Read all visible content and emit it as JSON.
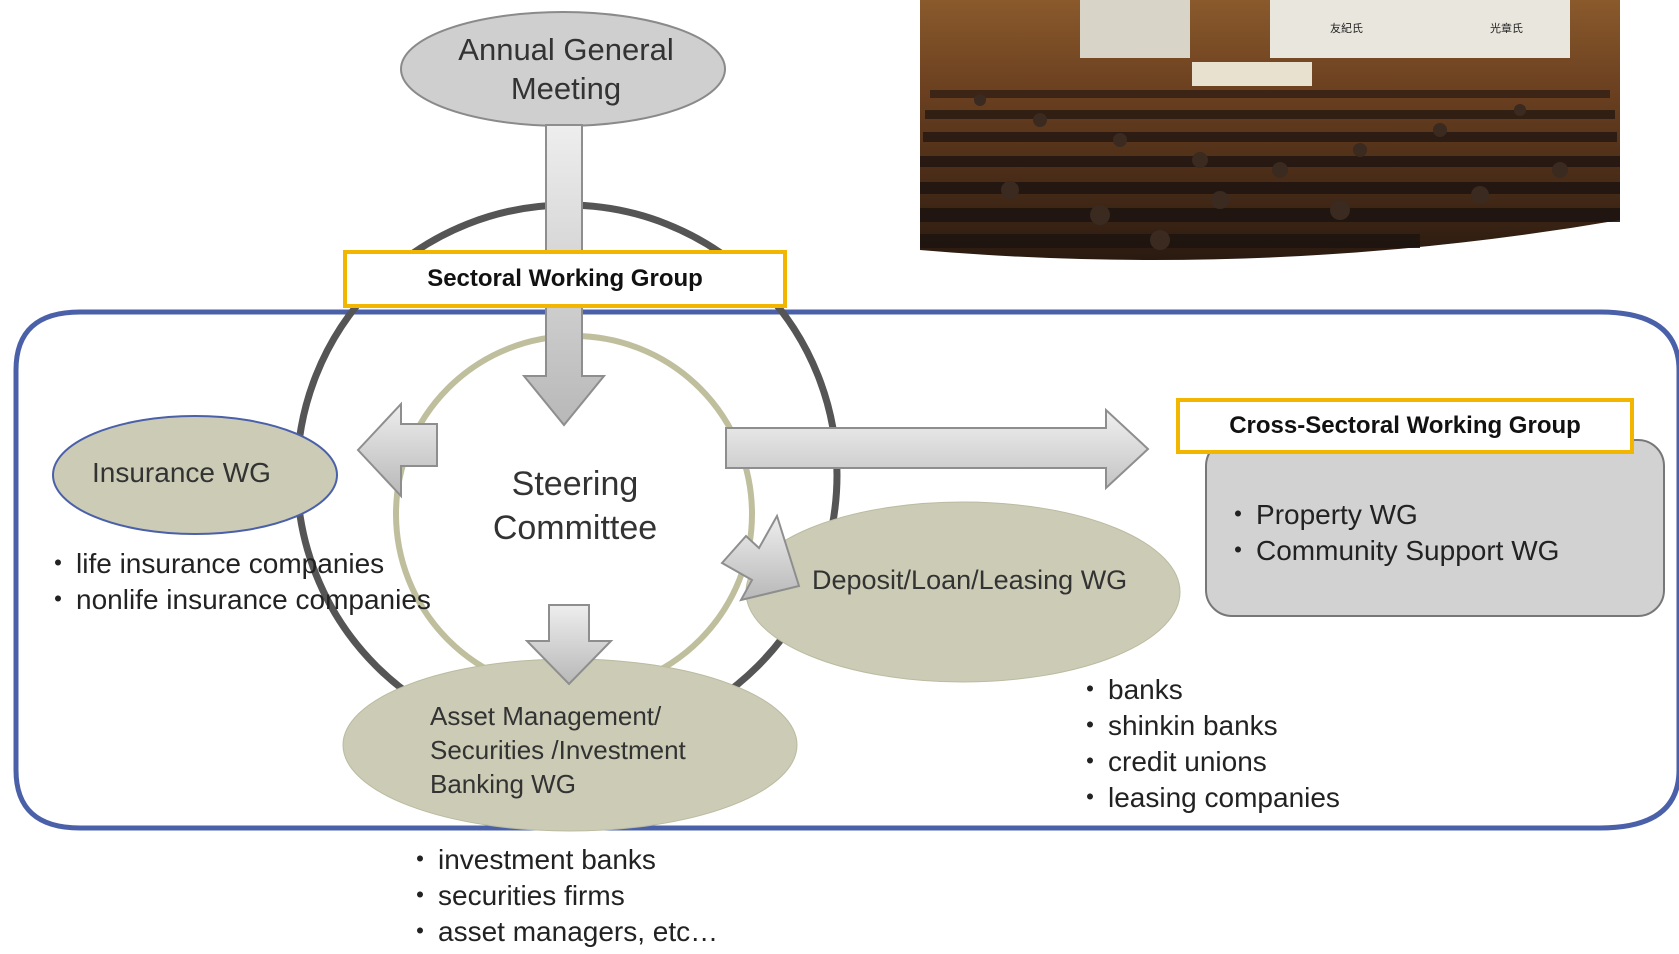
{
  "annual_general_meeting": "Annual General Meeting",
  "steering_committee": "Steering Committee",
  "sectoral_working_group": "Sectoral Working Group",
  "cross_sectoral_working_group": "Cross-Sectoral Working Group",
  "insurance_wg": {
    "label": "Insurance WG",
    "members": [
      "life insurance companies",
      "nonlife insurance companies"
    ]
  },
  "deposit_wg": {
    "label": "Deposit/Loan/Leasing WG",
    "members": [
      "banks",
      "shinkin banks",
      "credit unions",
      "leasing companies"
    ]
  },
  "asset_management_wg": {
    "label_lines": [
      "Asset Management/",
      "Securities /Investment",
      "Banking WG"
    ],
    "members": [
      "investment banks",
      "securities firms",
      "asset managers, etc…"
    ]
  },
  "cross_sectoral_items": [
    "Property WG",
    "Community Support WG"
  ],
  "photo": {
    "caption_fragments": [
      "友紀氏",
      "光章氏"
    ]
  },
  "colors": {
    "ellipse_fill": "#cccbb5",
    "agm_fill": "#cfcfcf",
    "arrow_fill": "#d2d2d2",
    "panel_border": "#4a60a9",
    "highlight_border": "#f2b500",
    "cross_box_fill": "#d2d2d2"
  }
}
